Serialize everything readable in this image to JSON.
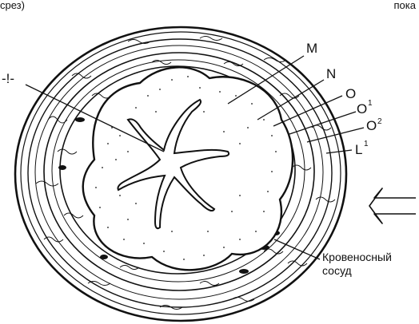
{
  "fragments": {
    "top_left": "срез)",
    "top_right": "пока"
  },
  "labels": {
    "lumen": "-!-",
    "m": "M",
    "n": "N",
    "o": "O",
    "o1": "O",
    "o1_sup": "1",
    "o2": "O",
    "o2_sup": "2",
    "l1": "L",
    "l1_sup": "1"
  },
  "caption": {
    "line1": "Кровеносный",
    "line2": "сосуд"
  },
  "colors": {
    "ink": "#111111",
    "paper": "#ffffff"
  },
  "icons": {
    "arrow": "left-arrow-icon"
  }
}
